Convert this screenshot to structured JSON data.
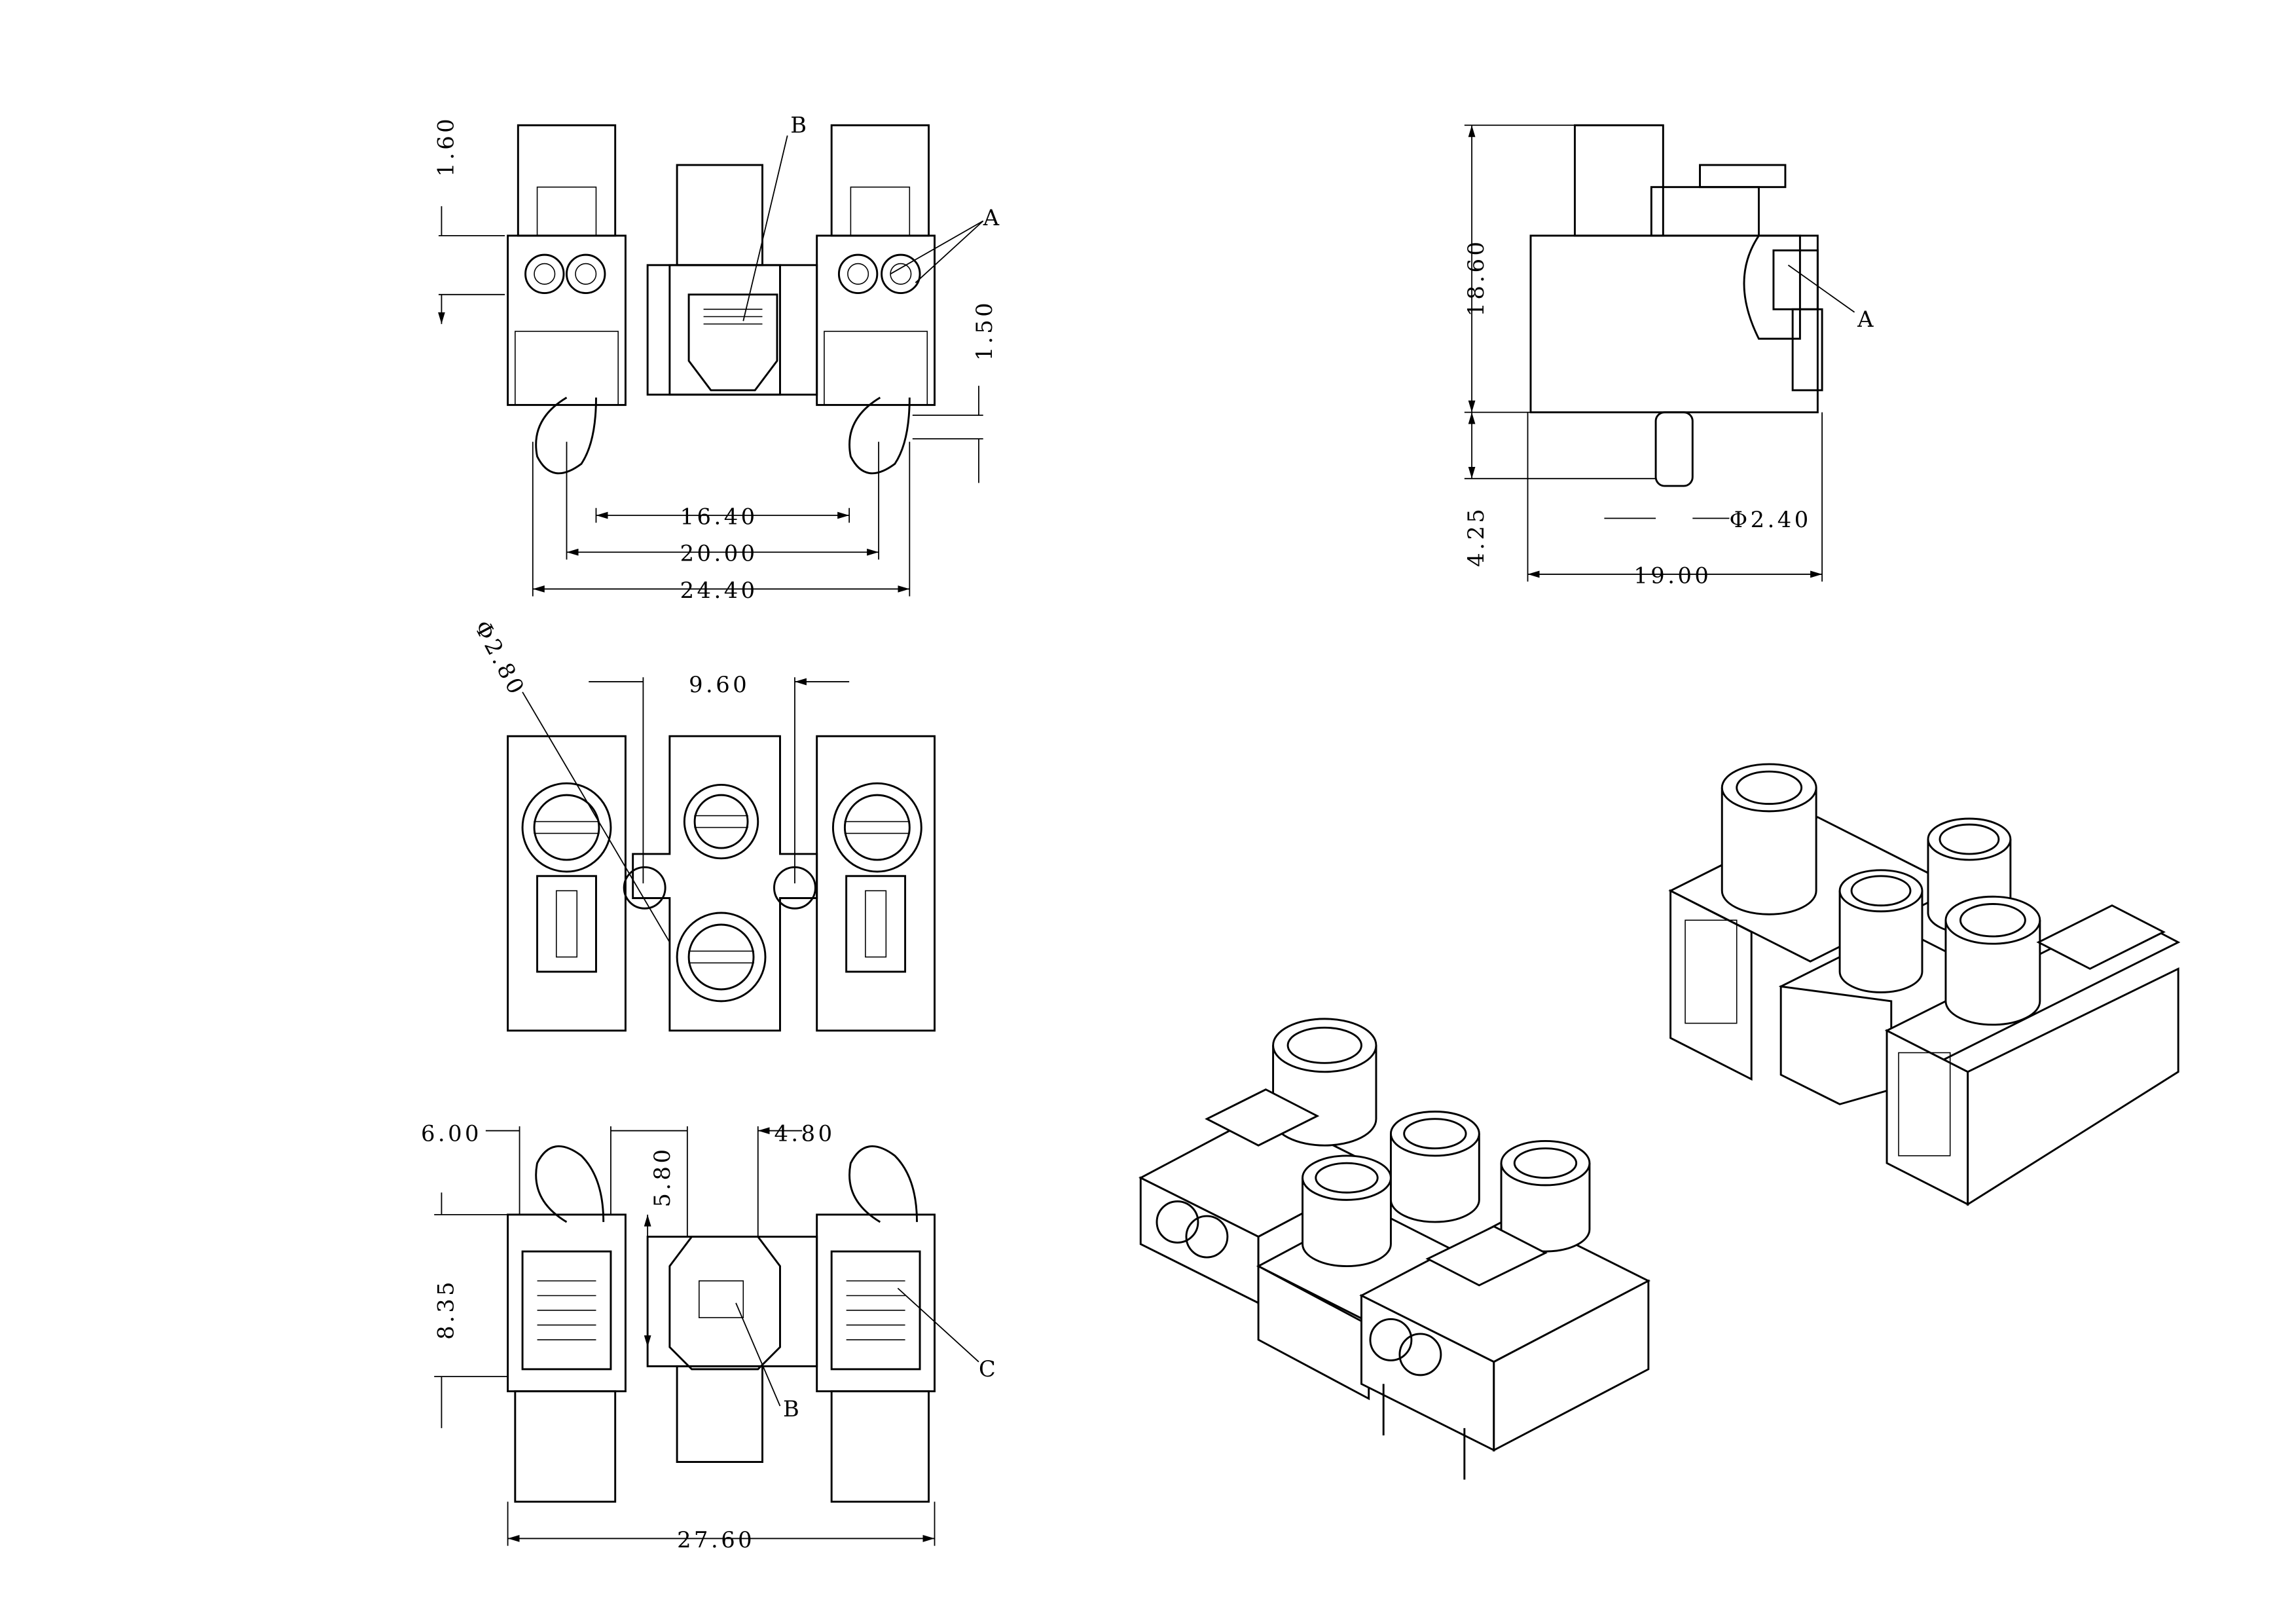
{
  "front_view": {
    "dims": {
      "d1": "1.60",
      "d2": "1.50",
      "d3": "16.40",
      "d4": "20.00",
      "d5": "24.40"
    },
    "callouts": {
      "a": "A",
      "b": "B"
    }
  },
  "side_view": {
    "dims": {
      "d1": "18.60",
      "d2": "4.25",
      "d3": "Φ2.40",
      "d4": "19.00"
    },
    "callouts": {
      "a": "A"
    }
  },
  "top_view": {
    "dims": {
      "d1": "Φ2.80",
      "d2": "9.60"
    }
  },
  "bottom_view": {
    "dims": {
      "d1": "6.00",
      "d2": "4.80",
      "d3": "5.80",
      "d4": "8.35",
      "d5": "27.60"
    },
    "callouts": {
      "b": "B",
      "c": "C"
    }
  }
}
